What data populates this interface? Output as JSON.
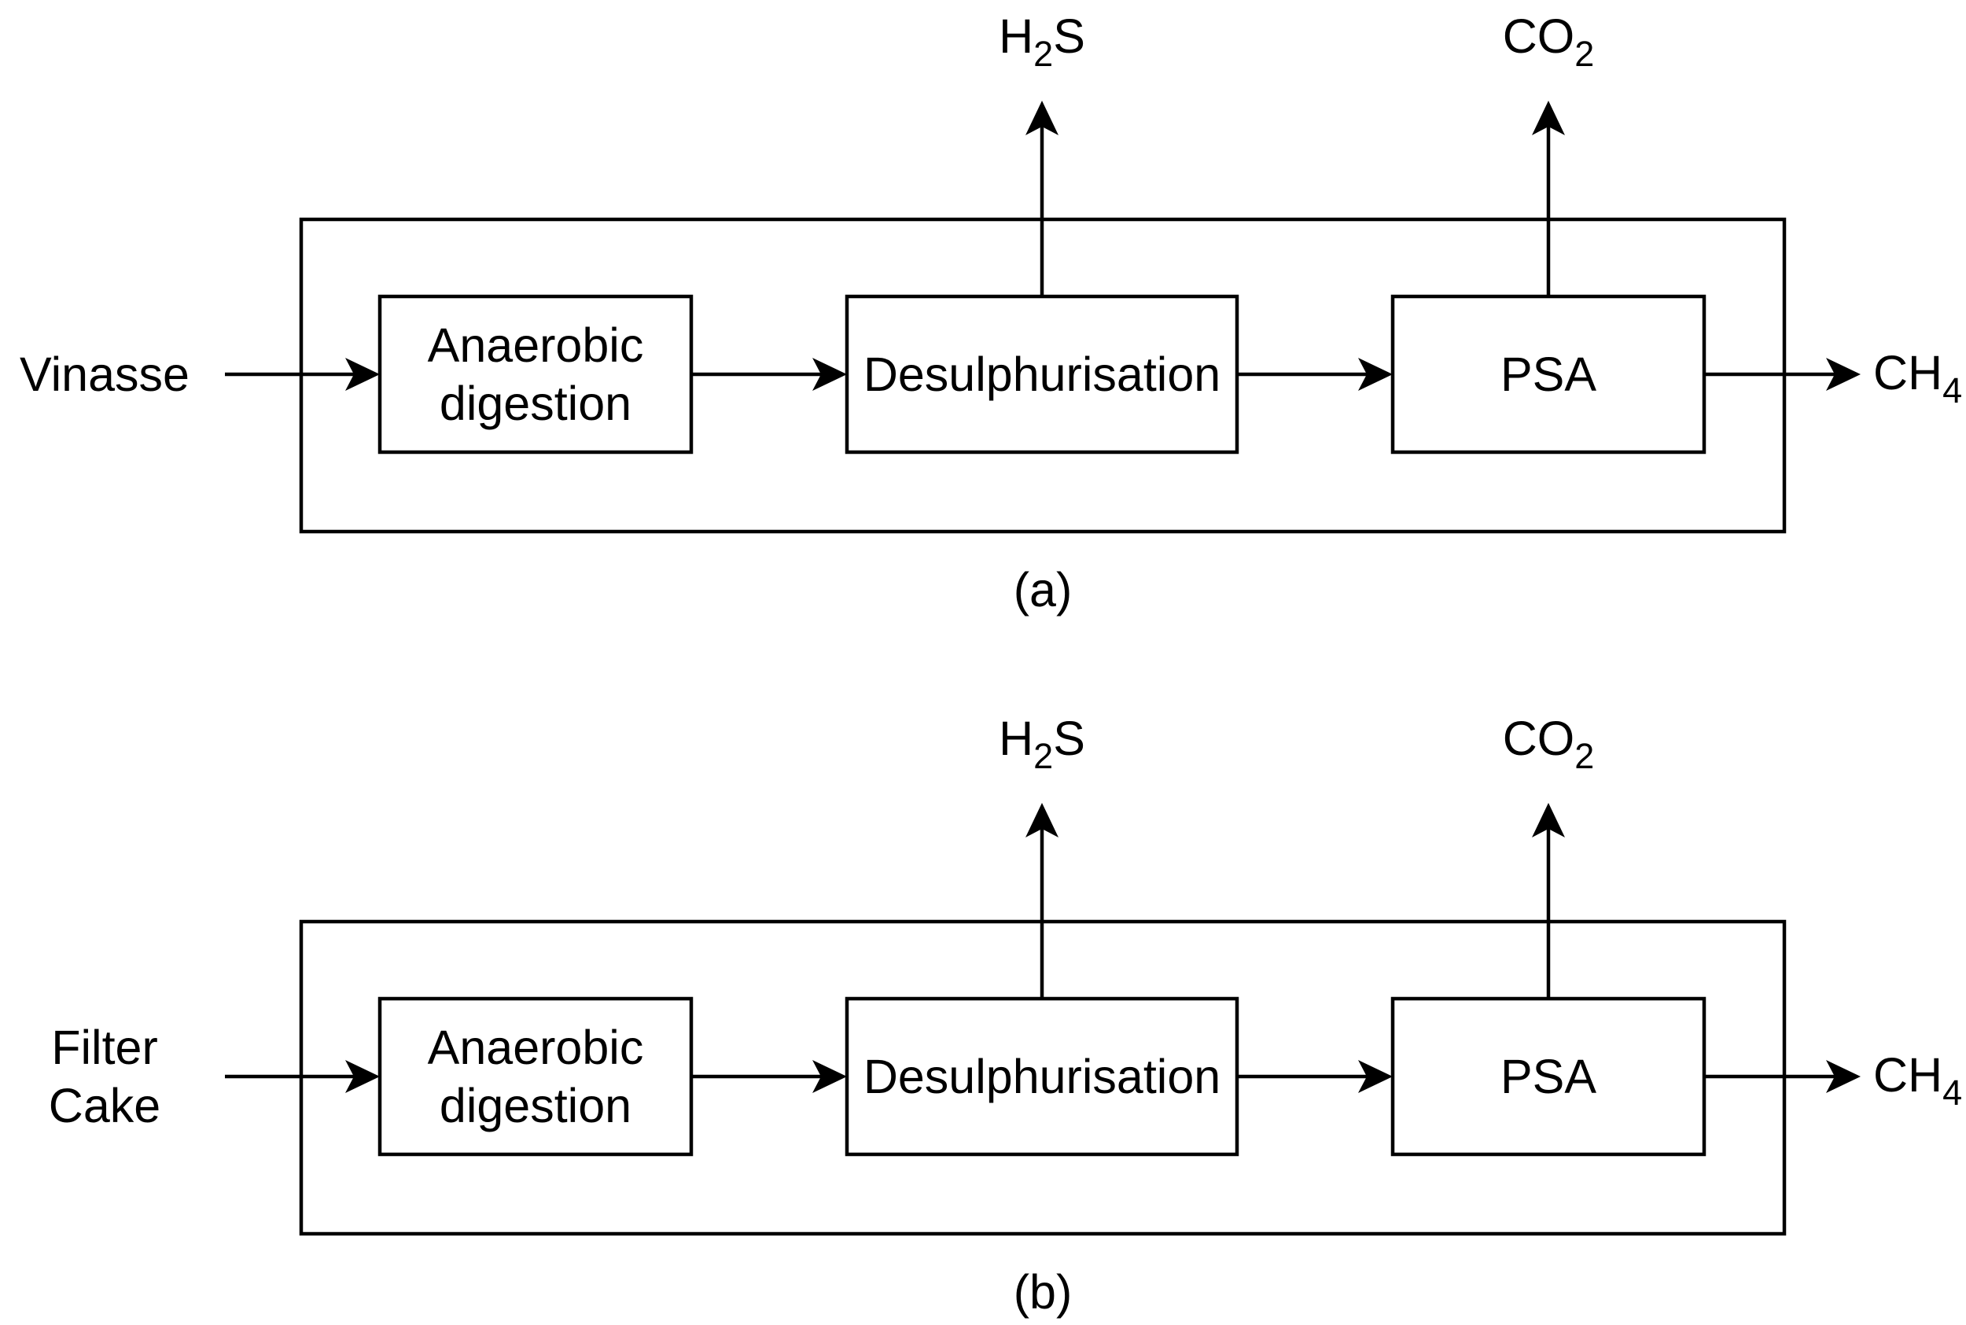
{
  "panels": [
    {
      "caption": "(a)",
      "input_lines": [
        "Vinasse"
      ],
      "steps": [
        {
          "lines": [
            "Anaerobic",
            "digestion"
          ]
        },
        {
          "lines": [
            "Desulphurisation"
          ],
          "byproduct": {
            "base": "H",
            "sub": "2",
            "tail": "S"
          }
        },
        {
          "lines": [
            "PSA"
          ],
          "byproduct": {
            "base": "CO",
            "sub": "2",
            "tail": ""
          }
        }
      ],
      "output": {
        "base": "CH",
        "sub": "4",
        "tail": ""
      }
    },
    {
      "caption": "(b)",
      "input_lines": [
        "Filter",
        "Cake"
      ],
      "steps": [
        {
          "lines": [
            "Anaerobic",
            "digestion"
          ]
        },
        {
          "lines": [
            "Desulphurisation"
          ],
          "byproduct": {
            "base": "H",
            "sub": "2",
            "tail": "S"
          }
        },
        {
          "lines": [
            "PSA"
          ],
          "byproduct": {
            "base": "CO",
            "sub": "2",
            "tail": ""
          }
        }
      ],
      "output": {
        "base": "CH",
        "sub": "4",
        "tail": ""
      }
    }
  ]
}
